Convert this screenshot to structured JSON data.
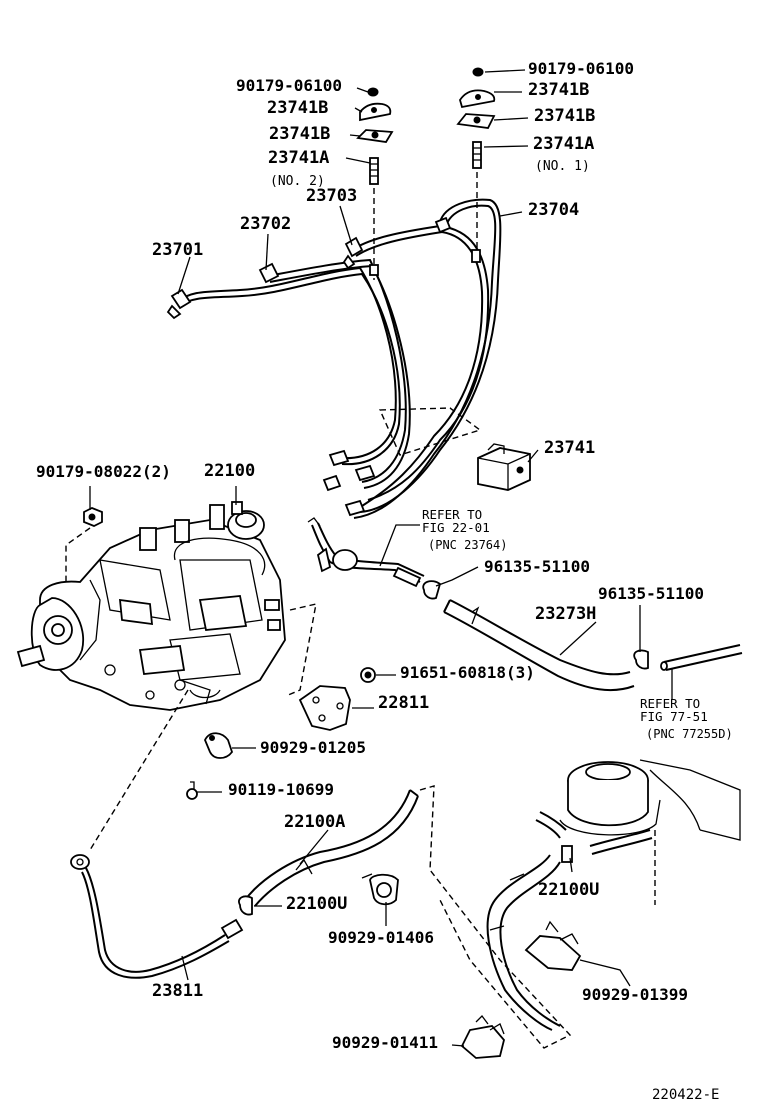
{
  "labels": {
    "nut_top_left": "90179-06100",
    "nut_top_right": "90179-06100",
    "clamp_b1_left": "23741B",
    "clamp_b2_left": "23741B",
    "clamp_a_left": "23741A",
    "no2": "(NO. 2)",
    "clamp_b1_right": "23741B",
    "clamp_b2_right": "23741B",
    "clamp_a_right": "23741A",
    "no1": "(NO. 1)",
    "pipe_23703": "23703",
    "pipe_23702": "23702",
    "pipe_23701": "23701",
    "pipe_23704": "23704",
    "clamp_23741": "23741",
    "nut_pump": "90179-08022(2)",
    "pump": "22100",
    "refer_1_line1": "REFER TO",
    "refer_1_line2": "FIG 22-01",
    "refer_1_line3": "(PNC 23764)",
    "clip_upper": "96135-51100",
    "clip_right": "96135-51100",
    "hose_23273h": "23273H",
    "washer": "91651-60818(3)",
    "bracket_22811": "22811",
    "refer_2_line1": "REFER TO",
    "refer_2_line2": "FIG 77-51",
    "refer_2_line3": "(PNC 77255D)",
    "clamp_90929_01205": "90929-01205",
    "bolt_90119": "90119-10699",
    "hose_22100a": "22100A",
    "hose_22100u_left": "22100U",
    "clamp_90929_01406": "90929-01406",
    "pipe_23811": "23811",
    "hose_22100u_right": "22100U",
    "clamp_90929_01399": "90929-01399",
    "clamp_90929_01411": "90929-01411",
    "figure_code": "220422-E"
  }
}
